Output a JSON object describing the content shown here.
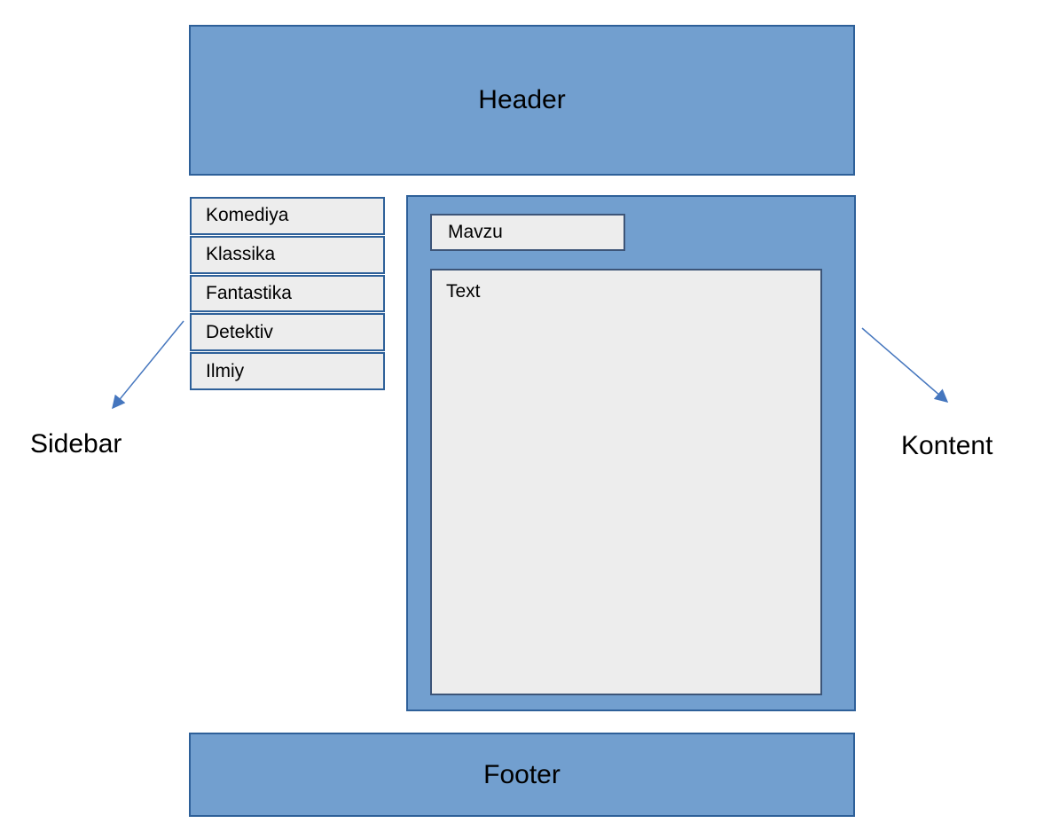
{
  "diagram": {
    "header": {
      "label": "Header"
    },
    "sidebar": {
      "items": [
        "Komediya",
        "Klassika",
        "Fantastika",
        "Detektiv",
        "Ilmiy"
      ],
      "caption": "Sidebar"
    },
    "content": {
      "mavzu_label": "Mavzu",
      "text_label": "Text",
      "caption": "Kontent"
    },
    "footer": {
      "label": "Footer"
    },
    "colors": {
      "box_fill": "#729fcf",
      "box_border": "#2e6099",
      "panel_fill": "#ededed",
      "panel_border": "#3d5578",
      "arrow": "#4576be",
      "text": "#000000",
      "background": "#ffffff"
    }
  }
}
